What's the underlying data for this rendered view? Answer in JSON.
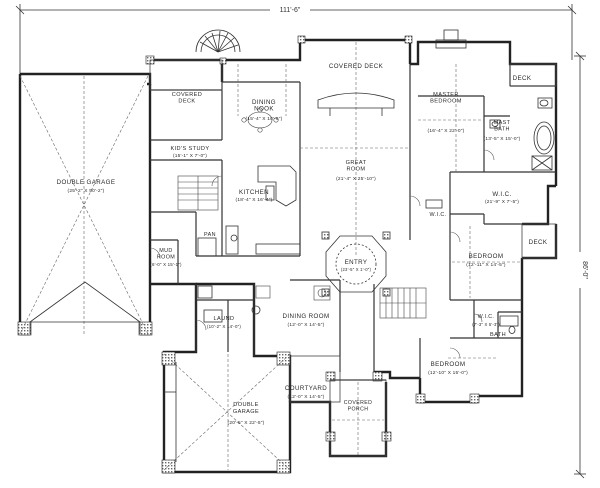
{
  "overall_width": "111'-6\"",
  "overall_depth": "86'-0\"",
  "rooms": [
    {
      "id": "double-garage-main",
      "name": "DOUBLE GARAGE",
      "dim": "(25'-2\" X 50'-2\")"
    },
    {
      "id": "covered-deck-left",
      "name": "COVERED DECK",
      "dim": ""
    },
    {
      "id": "dining-nook",
      "name": "DINING NOOK",
      "dim": "(15'-4\" X 10'-6\")"
    },
    {
      "id": "covered-deck-top",
      "name": "COVERED DECK",
      "dim": ""
    },
    {
      "id": "deck-top-right",
      "name": "DECK",
      "dim": ""
    },
    {
      "id": "master-bedroom",
      "name": "MASTER BEDROOM",
      "dim": "(16'-4\" X 22'-0\")"
    },
    {
      "id": "mast-bath",
      "name": "MAST BATH",
      "dim": "(13'-5\" X 15'-0\")"
    },
    {
      "id": "kids-study",
      "name": "KID'S STUDY",
      "dim": "(15'-1\" X 7'-0\")"
    },
    {
      "id": "great-room",
      "name": "GREAT ROOM",
      "dim": "(21'-4\" X 25'-10\")"
    },
    {
      "id": "kitchen",
      "name": "KITCHEN",
      "dim": "(18'-4\" X 16'-4\")"
    },
    {
      "id": "wic-master",
      "name": "W.I.C.",
      "dim": "(21'-9\" X 7'-5\")"
    },
    {
      "id": "wic-small",
      "name": "W.I.C.",
      "dim": ""
    },
    {
      "id": "pan",
      "name": "PAN",
      "dim": ""
    },
    {
      "id": "mud-room",
      "name": "MUD ROOM",
      "dim": "(6'-0\" X 15'-1\")"
    },
    {
      "id": "deck-right",
      "name": "DECK",
      "dim": ""
    },
    {
      "id": "entry",
      "name": "ENTRY",
      "dim": "(23'-5\" X 1'-0\")"
    },
    {
      "id": "bedroom-1",
      "name": "BEDROOM",
      "dim": "(12'-11\" X 14'-5\")"
    },
    {
      "id": "laund",
      "name": "LAUND",
      "dim": "(10'-2\" X 14'-0\")"
    },
    {
      "id": "dining-room",
      "name": "DINING ROOM",
      "dim": "(12'-0\" X 14'-5\")"
    },
    {
      "id": "wic-bed",
      "name": "W.I.C.",
      "dim": "(7'-3\" X 5'-3\")"
    },
    {
      "id": "bath",
      "name": "BATH",
      "dim": ""
    },
    {
      "id": "bedroom-2",
      "name": "BEDROOM",
      "dim": "(12'-10\" X 15'-0\")"
    },
    {
      "id": "courtyard",
      "name": "COURTYARD",
      "dim": "(12'-0\" X 14'-5\")"
    },
    {
      "id": "covered-porch",
      "name": "COVERED PORCH",
      "dim": ""
    },
    {
      "id": "double-garage-lower",
      "name": "DOUBLE GARAGE",
      "dim": "(20'-5\" X 22'-5\")"
    }
  ]
}
